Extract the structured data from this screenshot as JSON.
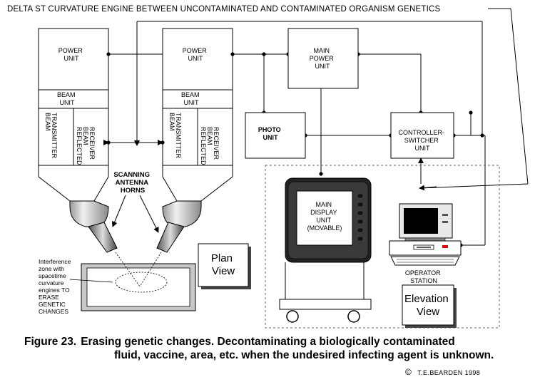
{
  "title": "DELTA  ST CURVATURE ENGINE BETWEEN UNCONTAMINATED AND CONTAMINATED ORGANISM GENETICS",
  "engine_left": {
    "power_unit": [
      "POWER",
      "UNIT"
    ],
    "beam_unit": [
      "BEAM",
      "UNIT"
    ],
    "transmitter": [
      "BEAM",
      "TRANSMITTER"
    ],
    "receiver": [
      "REFLECTED",
      "BEAM",
      "RECEIVER"
    ]
  },
  "engine_right": {
    "power_unit": [
      "POWER",
      "UNIT"
    ],
    "beam_unit": [
      "BEAM",
      "UNIT"
    ],
    "transmitter": [
      "BEAM",
      "TRANSMITTER"
    ],
    "receiver": [
      "REFLECTED",
      "BEAM",
      "RECEIVER"
    ]
  },
  "main_power": [
    "MAIN",
    "POWER",
    "UNIT"
  ],
  "photo_unit": [
    "PHOTO",
    "UNIT"
  ],
  "controller": [
    "CONTROLLER-",
    "SWITCHER",
    "UNIT"
  ],
  "scanning": [
    "SCANNING",
    "ANTENNA",
    "HORNS"
  ],
  "display": [
    "MAIN",
    "DISPLAY",
    "UNIT",
    "(MOVABLE)"
  ],
  "interference": [
    "Interference",
    "zone with",
    "spacetime",
    "curvature",
    "engines TO",
    "ERASE",
    "GENETIC",
    "CHANGES"
  ],
  "plan_view": [
    "Plan",
    "View"
  ],
  "elevation_view": [
    "Elevation",
    "View"
  ],
  "operator": [
    "OPERATOR",
    "STATION"
  ],
  "caption": {
    "label": "Figure 23.",
    "line1": "Erasing genetic changes.  Decontaminating a biologically contaminated",
    "line2": "fluid, vaccine, area, etc. when the undesired infecting agent is unknown."
  },
  "credit": {
    "symbol": "©",
    "text": "T.E.BEARDEN  1998"
  }
}
